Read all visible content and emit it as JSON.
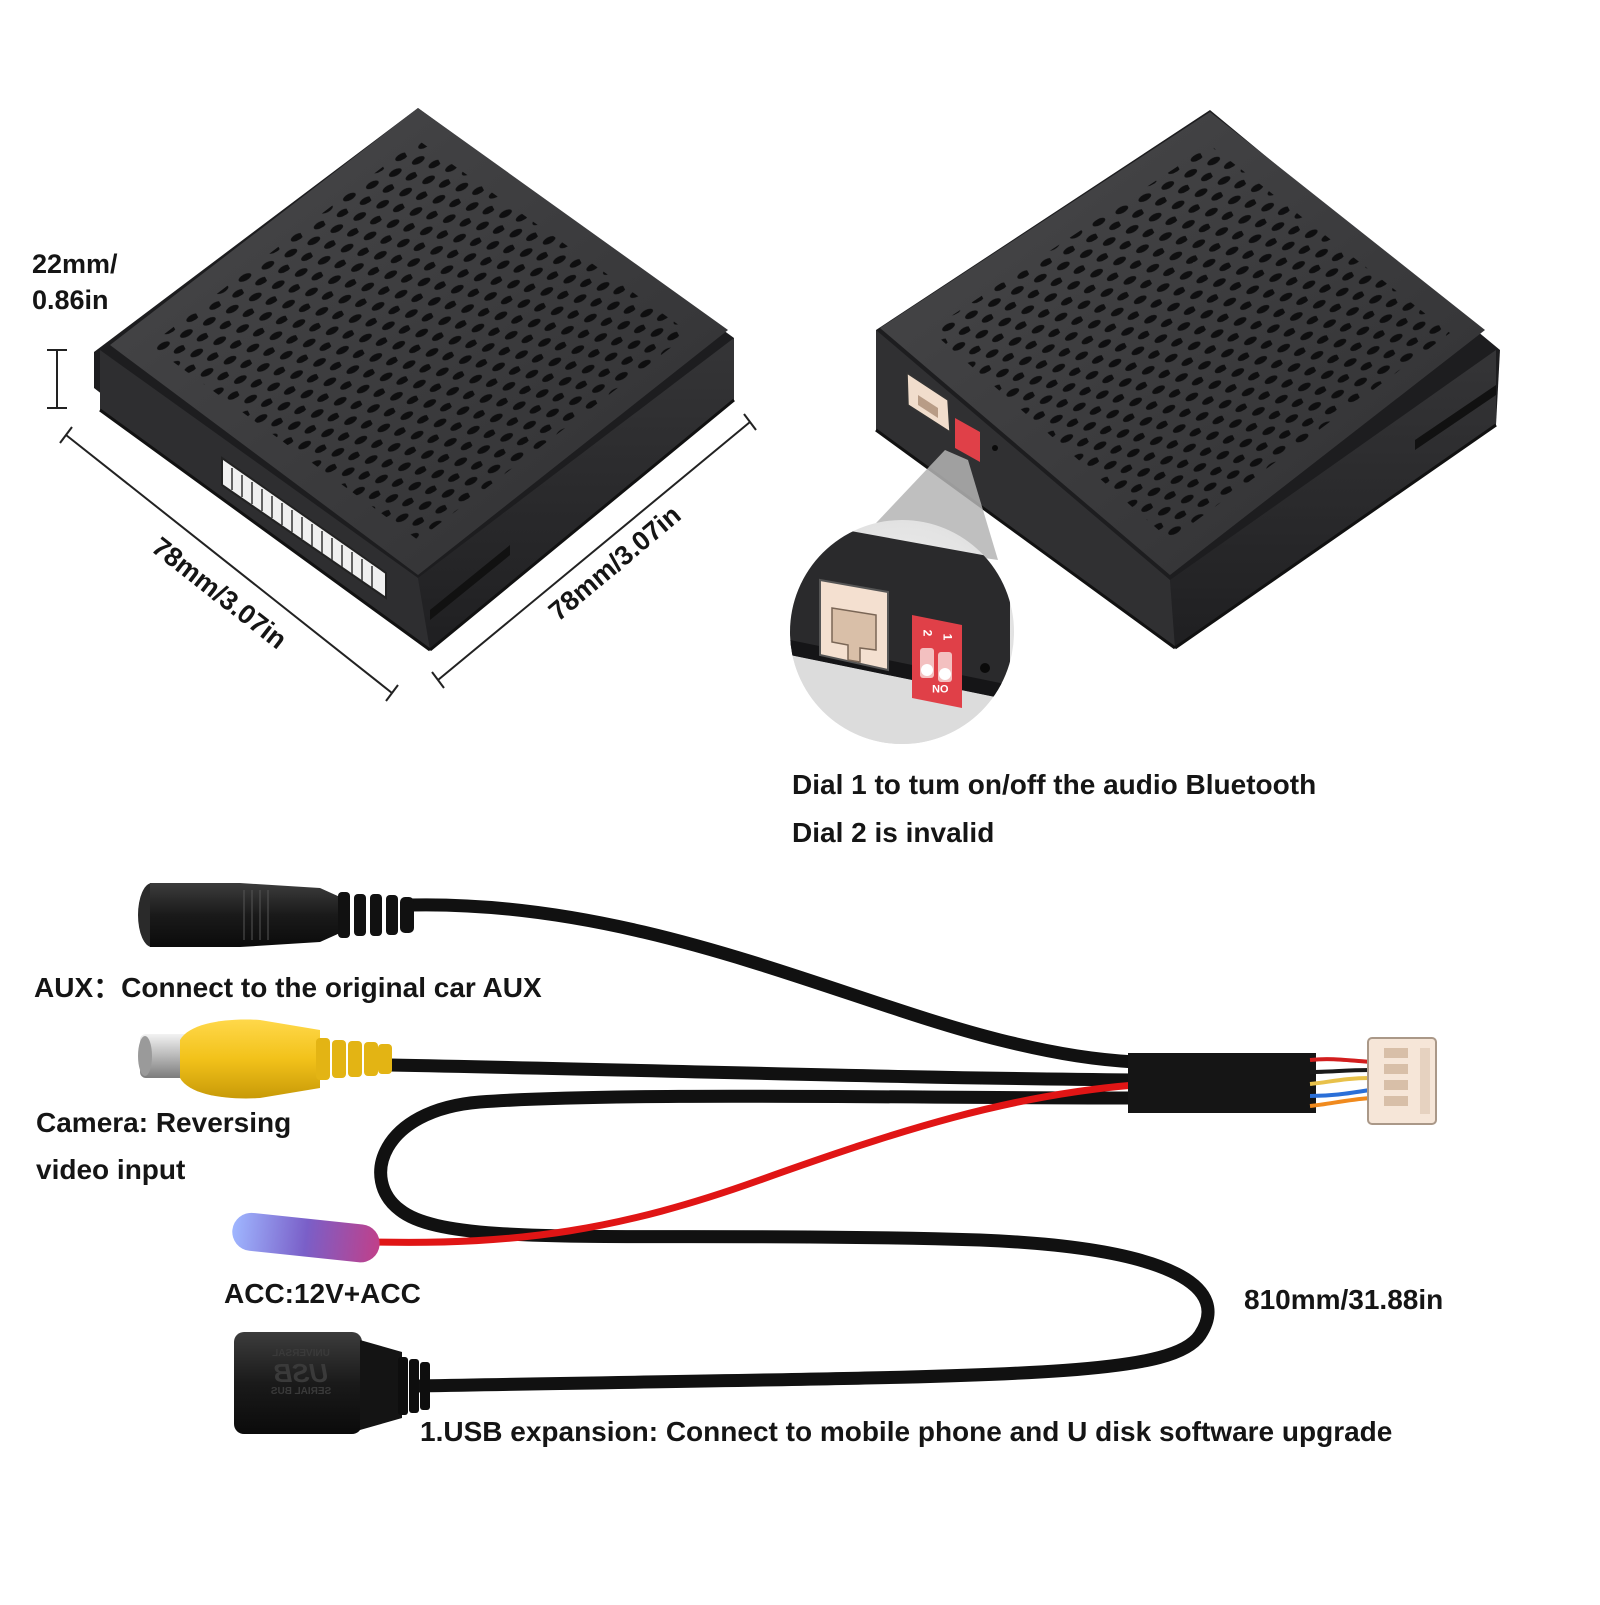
{
  "dimensions": {
    "height": "22mm/ 0.86in",
    "height_line1": "22mm/",
    "height_line2": "0.86in",
    "width_left": "78mm/3.07in",
    "width_right": "78mm/3.07in"
  },
  "dial_notes": {
    "line1": "Dial 1 to tum on/off the audio Bluetooth",
    "line2": "Dial 2 is invalid"
  },
  "dip_switch": {
    "label_2": "2",
    "label_1": "1",
    "label_on": "ON"
  },
  "cable_labels": {
    "aux": "AUX：Connect to the original car AUX",
    "camera_line1": "Camera: Reversing",
    "camera_line2": "video input",
    "acc": "ACC:12V+ACC",
    "length": "810mm/31.88in",
    "usb": "1.USB expansion: Connect to mobile phone and U disk software upgrade"
  },
  "usb_plug_text": {
    "top": "UNIVERSAL",
    "middle": "USB",
    "bottom": "SERIAL BUS"
  },
  "colors": {
    "box_top": "#3a3a3c",
    "box_side": "#2a2a2c",
    "red_wire": "#e01515",
    "rca_yellow": "#f2c21a",
    "dip_red": "#e04048",
    "connector_beige": "#f4e0d0"
  }
}
